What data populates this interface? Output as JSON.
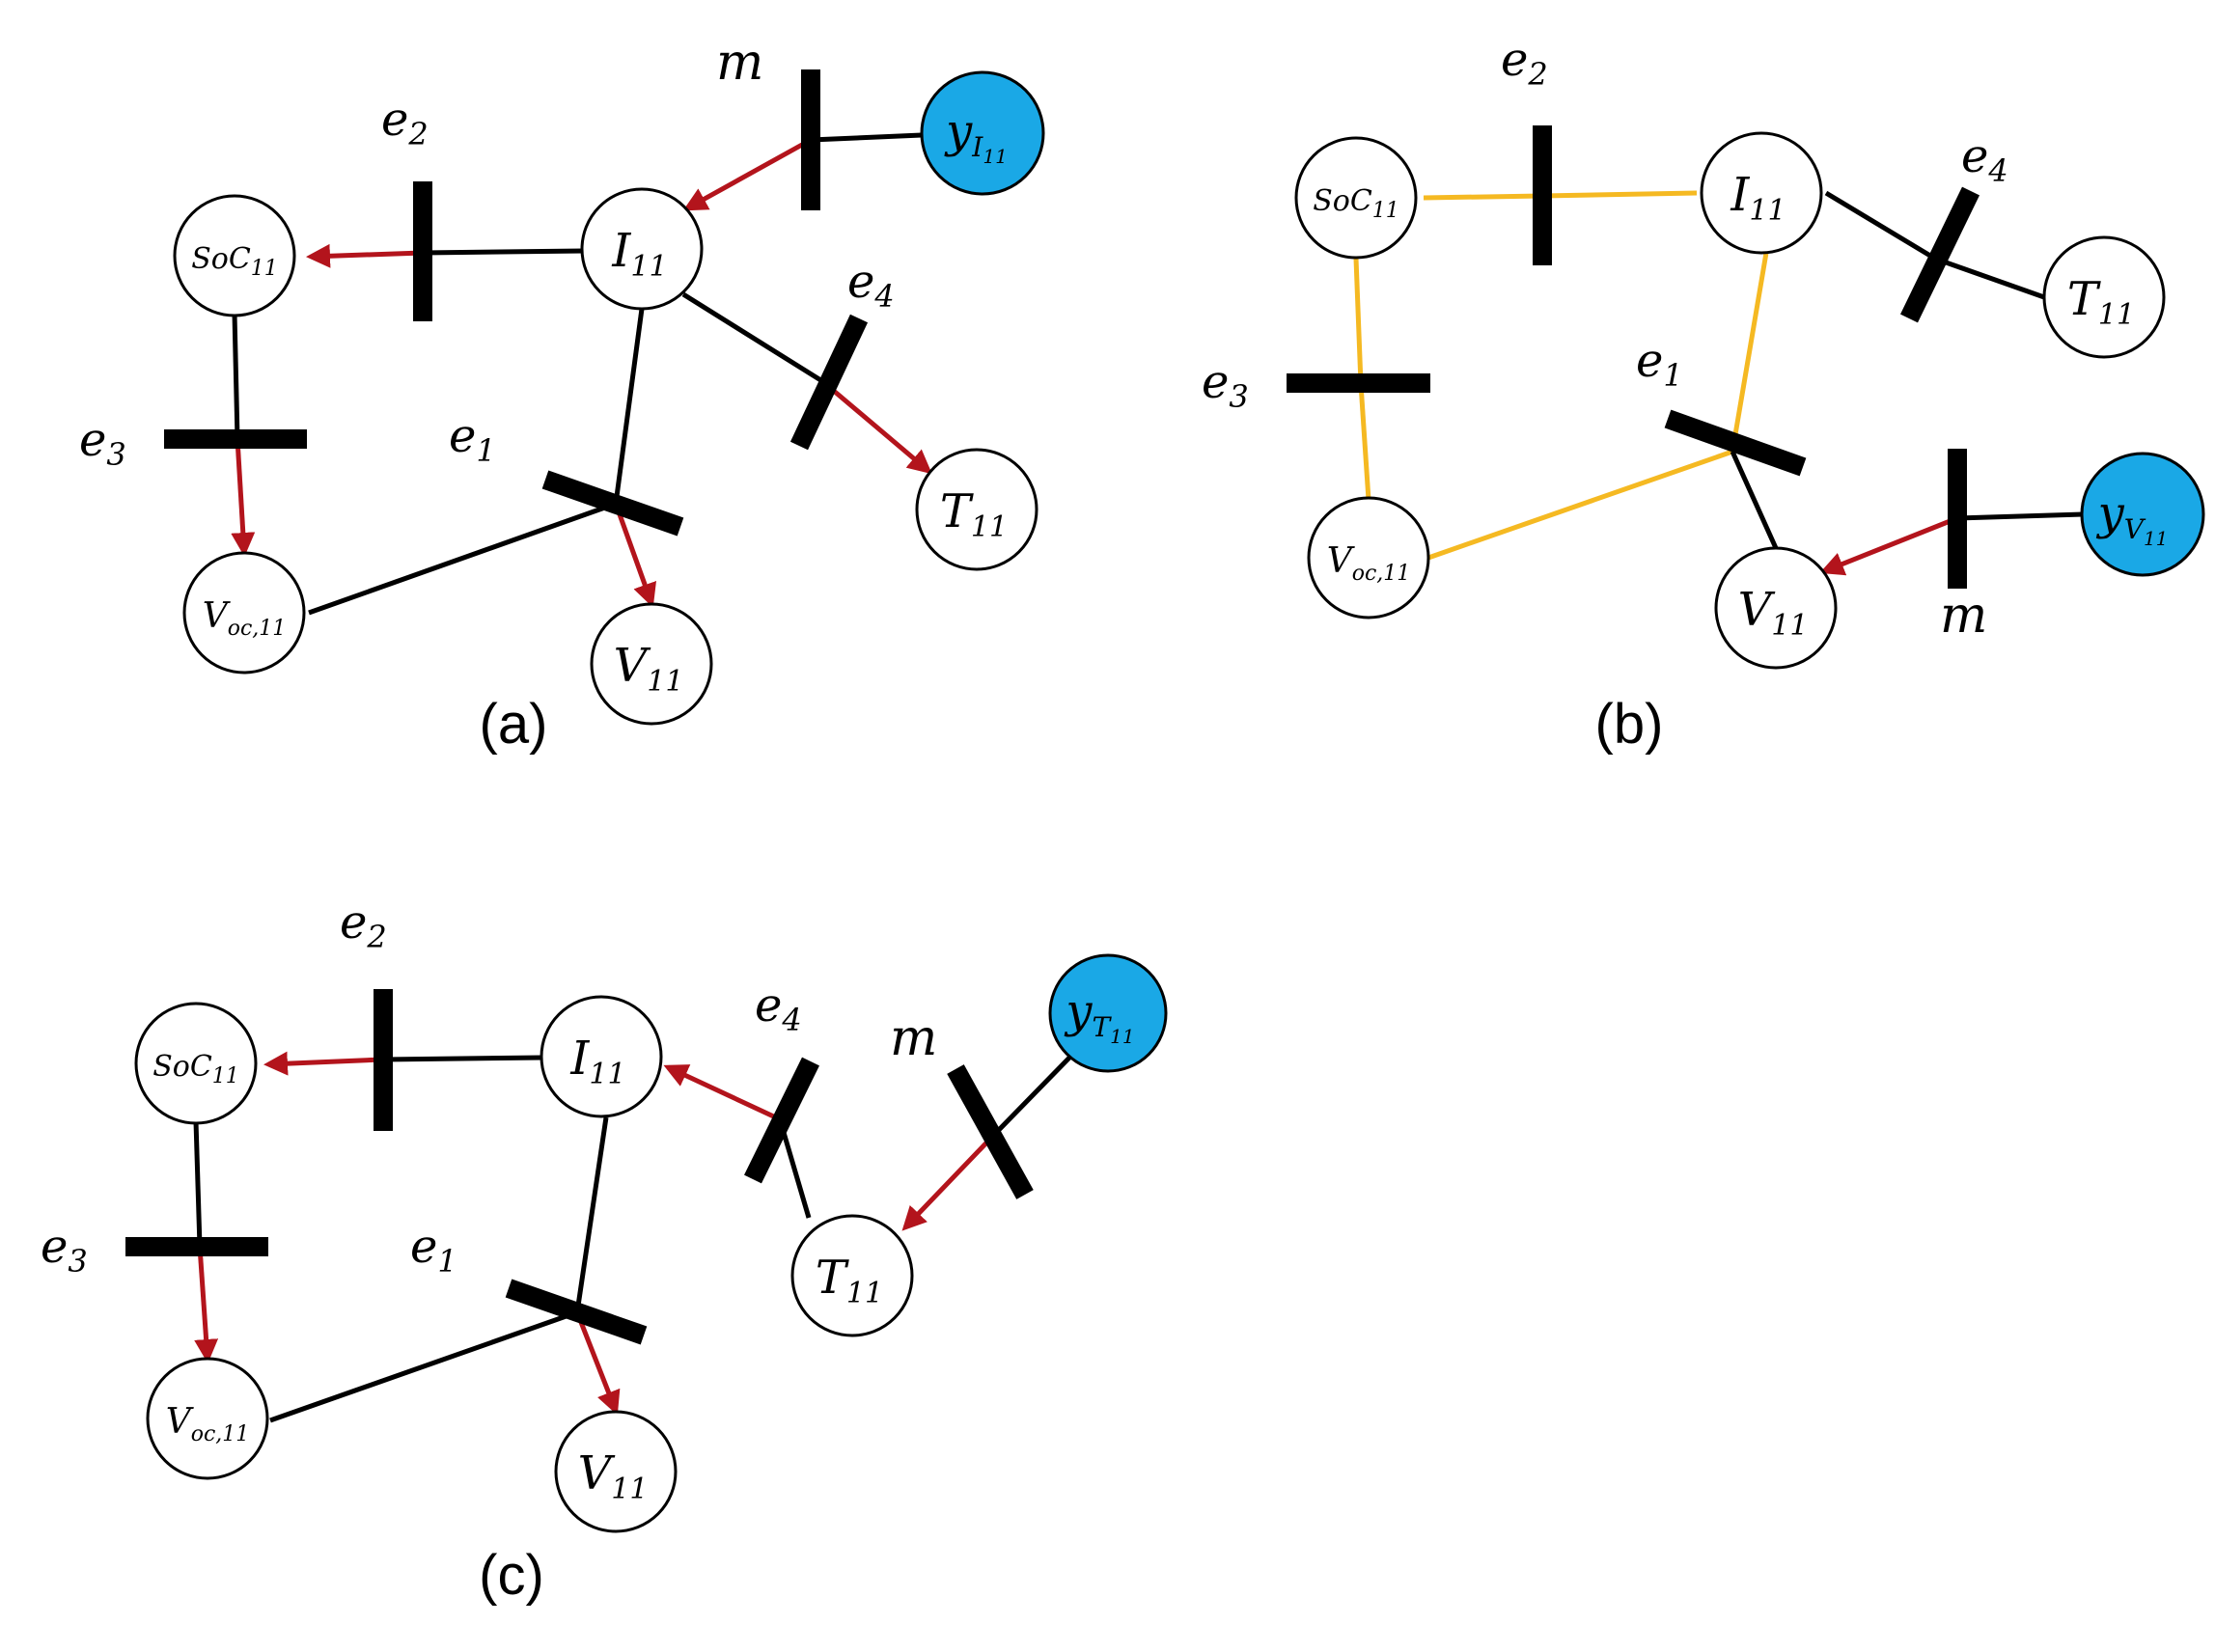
{
  "colors": {
    "observed_node": "#1aa8e6",
    "directed_edge": "#b3141c",
    "loop_edge": "#f5b922",
    "edge": "#000000"
  },
  "panels": [
    {
      "label": "(a)",
      "nodes": [
        {
          "id": "soc",
          "base": "SoC",
          "sub": "11"
        },
        {
          "id": "i",
          "base": "I",
          "sub": "11"
        },
        {
          "id": "voc",
          "base": "V",
          "sub": "oc,11"
        },
        {
          "id": "v",
          "base": "V",
          "sub": "11"
        },
        {
          "id": "t",
          "base": "T",
          "sub": "11"
        },
        {
          "id": "y",
          "base": "y",
          "sub": "I",
          "subsub": "11",
          "observed": true
        }
      ],
      "factors": [
        {
          "id": "e1",
          "base": "e",
          "sub": "1"
        },
        {
          "id": "e2",
          "base": "e",
          "sub": "2"
        },
        {
          "id": "e3",
          "base": "e",
          "sub": "3"
        },
        {
          "id": "e4",
          "base": "e",
          "sub": "4"
        },
        {
          "id": "m",
          "base": "m",
          "sub": ""
        }
      ]
    },
    {
      "label": "(b)",
      "nodes": [
        {
          "id": "soc",
          "base": "SoC",
          "sub": "11"
        },
        {
          "id": "i",
          "base": "I",
          "sub": "11"
        },
        {
          "id": "voc",
          "base": "V",
          "sub": "oc,11"
        },
        {
          "id": "v",
          "base": "V",
          "sub": "11"
        },
        {
          "id": "t",
          "base": "T",
          "sub": "11"
        },
        {
          "id": "y",
          "base": "y",
          "sub": "V",
          "subsub": "11",
          "observed": true
        }
      ],
      "factors": [
        {
          "id": "e1",
          "base": "e",
          "sub": "1"
        },
        {
          "id": "e2",
          "base": "e",
          "sub": "2"
        },
        {
          "id": "e3",
          "base": "e",
          "sub": "3"
        },
        {
          "id": "e4",
          "base": "e",
          "sub": "4"
        },
        {
          "id": "m",
          "base": "m",
          "sub": ""
        }
      ]
    },
    {
      "label": "(c)",
      "nodes": [
        {
          "id": "soc",
          "base": "SoC",
          "sub": "11"
        },
        {
          "id": "i",
          "base": "I",
          "sub": "11"
        },
        {
          "id": "voc",
          "base": "V",
          "sub": "oc,11"
        },
        {
          "id": "v",
          "base": "V",
          "sub": "11"
        },
        {
          "id": "t",
          "base": "T",
          "sub": "11"
        },
        {
          "id": "y",
          "base": "y",
          "sub": "T",
          "subsub": "11",
          "observed": true
        }
      ],
      "factors": [
        {
          "id": "e1",
          "base": "e",
          "sub": "1"
        },
        {
          "id": "e2",
          "base": "e",
          "sub": "2"
        },
        {
          "id": "e3",
          "base": "e",
          "sub": "3"
        },
        {
          "id": "e4",
          "base": "e",
          "sub": "4"
        },
        {
          "id": "m",
          "base": "m",
          "sub": ""
        }
      ]
    }
  ]
}
